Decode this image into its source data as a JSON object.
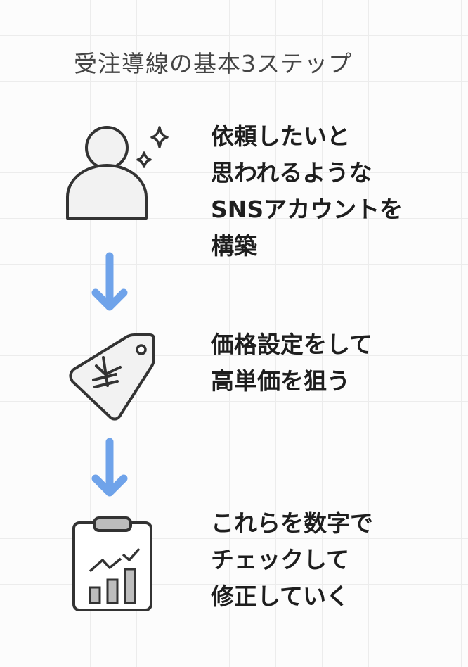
{
  "title": "受注導線の基本3ステップ",
  "steps": [
    {
      "icon": "person-sparkle-icon",
      "text": "依頼したいと\n思われるような\nSNSアカウントを\n構築"
    },
    {
      "icon": "yen-price-tag-icon",
      "text": "価格設定をして\n高単価を狙う"
    },
    {
      "icon": "clipboard-chart-icon",
      "text": "これらを数字で\nチェックして\n修正していく"
    }
  ],
  "colors": {
    "arrow": "#6fa3ea",
    "stroke": "#333333",
    "fill": "#f2f2f2",
    "bar": "#bdbdbd"
  }
}
